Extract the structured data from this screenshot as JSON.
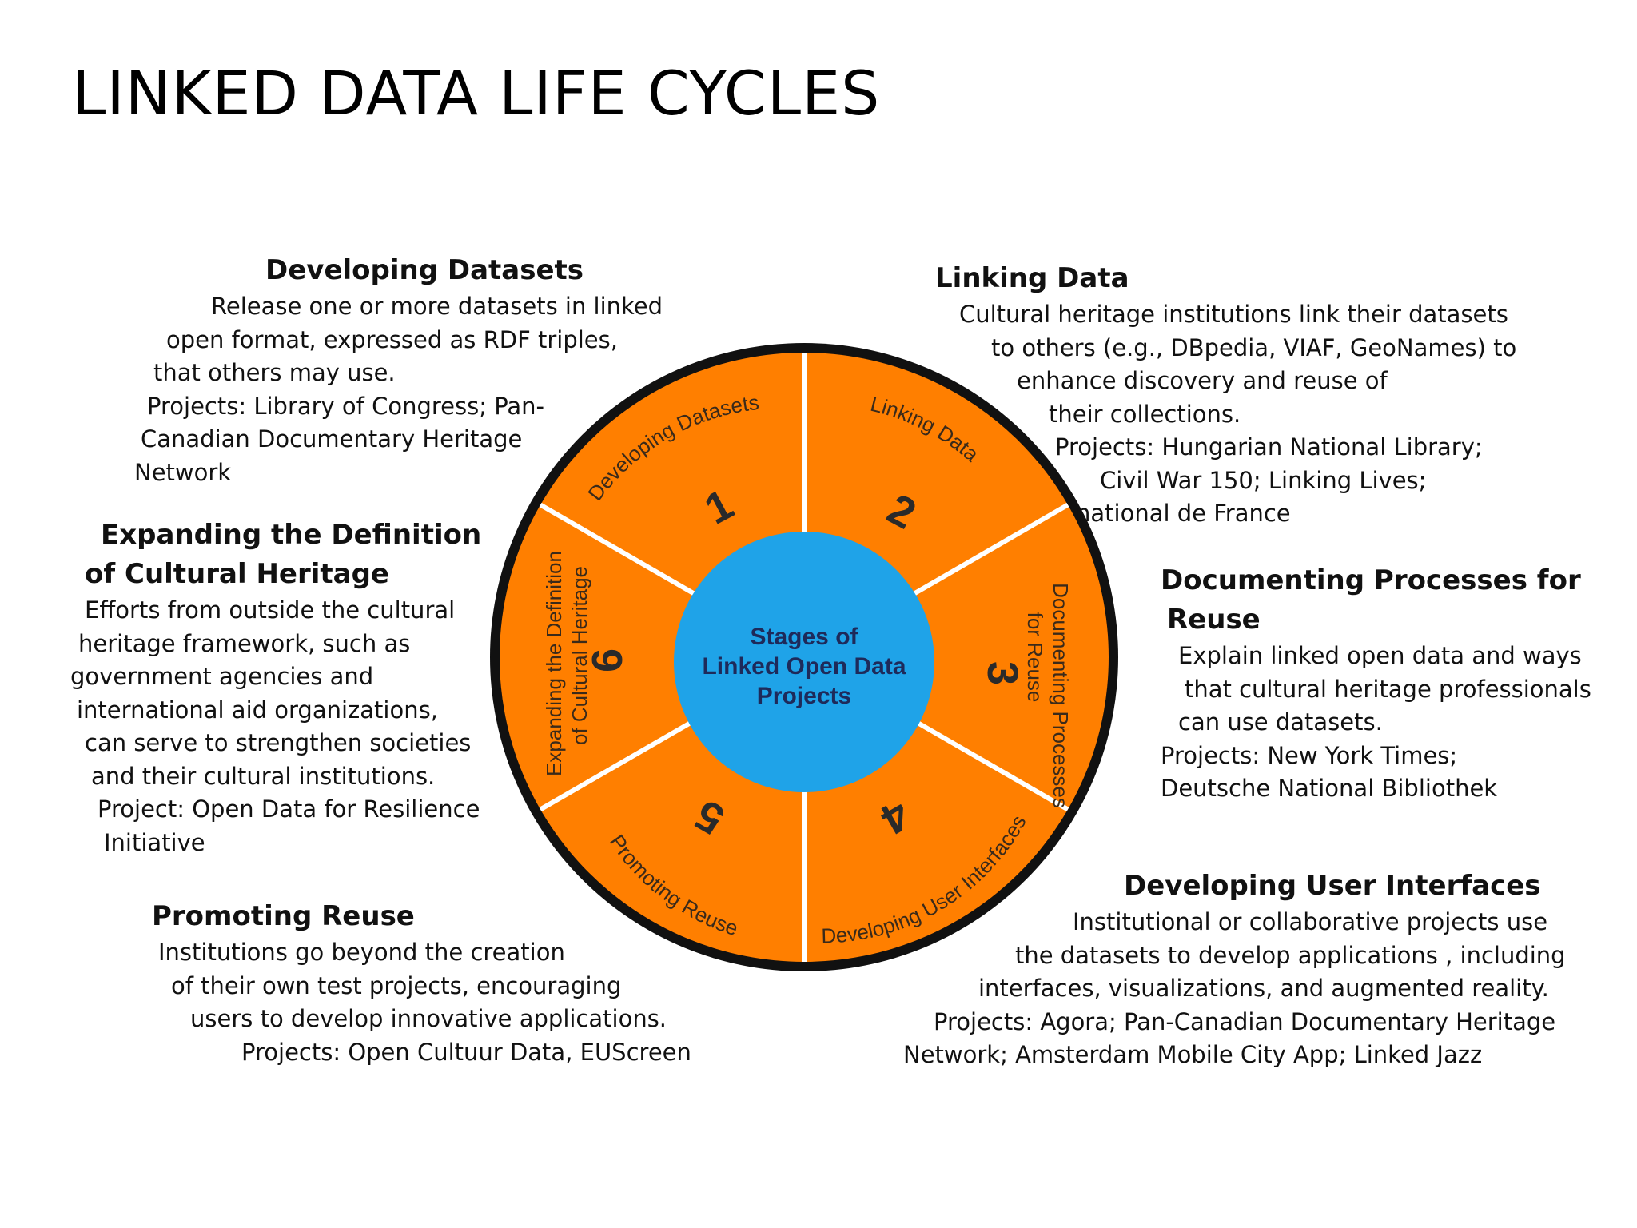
{
  "slide": {
    "title": "LINKED DATA LIFE CYCLES"
  },
  "wheel": {
    "center_lines": [
      "Stages of",
      "Linked Open Data",
      "Projects"
    ],
    "colors": {
      "ring": "#ff7f00",
      "center": "#1fa3e8",
      "rim": "#111111",
      "divider": "#ffffff"
    },
    "segments": [
      {
        "number": "1",
        "label_lines": [
          "Developing Datasets"
        ]
      },
      {
        "number": "2",
        "label_lines": [
          "Linking Data"
        ]
      },
      {
        "number": "3",
        "label_lines": [
          "Documenting Processes",
          "for Reuse"
        ]
      },
      {
        "number": "4",
        "label_lines": [
          "Developing User Interfaces"
        ]
      },
      {
        "number": "5",
        "label_lines": [
          "Promoting Reuse"
        ]
      },
      {
        "number": "6",
        "label_lines": [
          "Expanding the Definition",
          "of Cultural Heritage"
        ]
      }
    ]
  },
  "blocks": {
    "developing_datasets": {
      "heading": [
        "Developing Datasets"
      ],
      "body": [
        "Release one or more datasets in linked",
        "open format, expressed as RDF triples,",
        "that others may use.",
        "Projects: Library of Congress; Pan-",
        "Canadian Documentary Heritage",
        "Network"
      ]
    },
    "linking_data": {
      "heading": [
        "Linking Data"
      ],
      "body": [
        "Cultural heritage institutions  link their datasets",
        "to others (e.g., DBpedia, VIAF, GeoNames) to",
        "enhance discovery  and reuse of",
        "their collections.",
        "Projects: Hungarian National Library;",
        "Civil War 150; Linking Lives;",
        "national de France"
      ]
    },
    "expanding": {
      "heading": [
        "Expanding the Definition",
        "of Cultural Heritage"
      ],
      "body": [
        "Efforts from outside the cultural",
        "heritage framework, such as",
        "government agencies and",
        "international aid organizations,",
        "can serve to strengthen societies",
        "and their cultural institutions.",
        "Project: Open Data for Resilience",
        "Initiative"
      ]
    },
    "documenting": {
      "heading": [
        "Documenting Processes for",
        "Reuse"
      ],
      "body": [
        "Explain linked open data and ways",
        "that cultural heritage professionals",
        "can use datasets.",
        "Projects: New York Times;",
        "Deutsche National Bibliothek"
      ]
    },
    "promoting": {
      "heading": [
        "Promoting Reuse"
      ],
      "body": [
        "Institutions go beyond the creation",
        "of their own test projects, encouraging",
        "users to develop innovative applications.",
        "Projects: Open Cultuur Data, EUScreen"
      ]
    },
    "interfaces": {
      "heading": [
        "Developing User Interfaces"
      ],
      "body": [
        "Institutional or collaborative projects use",
        "the datasets to develop applications , including",
        "interfaces, visualizations, and augmented reality.",
        "Projects: Agora; Pan-Canadian Documentary Heritage",
        "Network; Amsterdam Mobile City App; Linked Jazz"
      ]
    }
  }
}
